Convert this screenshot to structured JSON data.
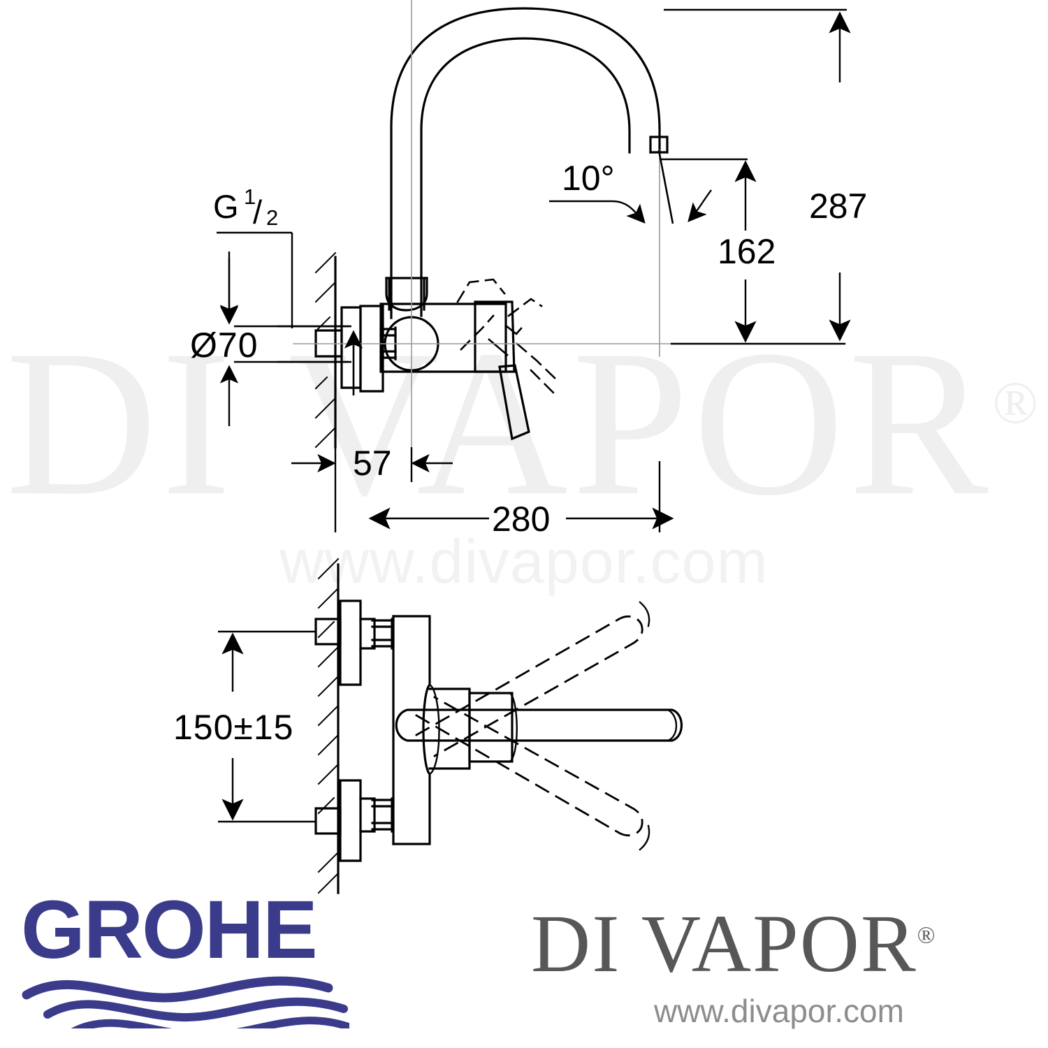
{
  "drawing": {
    "title": "GROHE wall-mounted single-lever sink mixer dimension drawing",
    "units": "mm",
    "line_color": "#000000",
    "views": [
      {
        "name": "side-elevation-view",
        "position": "top"
      },
      {
        "name": "plan-section-view",
        "position": "bottom"
      }
    ]
  },
  "dimensions": {
    "thread": "G",
    "thread_fraction_num": "1",
    "thread_fraction_den": "2",
    "diameter": "Ø70",
    "projection_to_spout_center": "280",
    "wall_to_body": "57",
    "total_height": "287",
    "spout_height": "162",
    "outlet_angle": "10°",
    "inlet_centres": "150±15"
  },
  "watermark": {
    "brand": "DI VAPOR",
    "registered": "®",
    "url": "www.divapor.com",
    "color": "#efefef"
  },
  "brands": {
    "grohe": {
      "name": "GROHE",
      "color": "#3b3b8c"
    },
    "divapor": {
      "name": "DI VAPOR",
      "registered": "®",
      "url": "www.divapor.com",
      "color": "#575757",
      "url_color": "#8d8d8d"
    }
  }
}
